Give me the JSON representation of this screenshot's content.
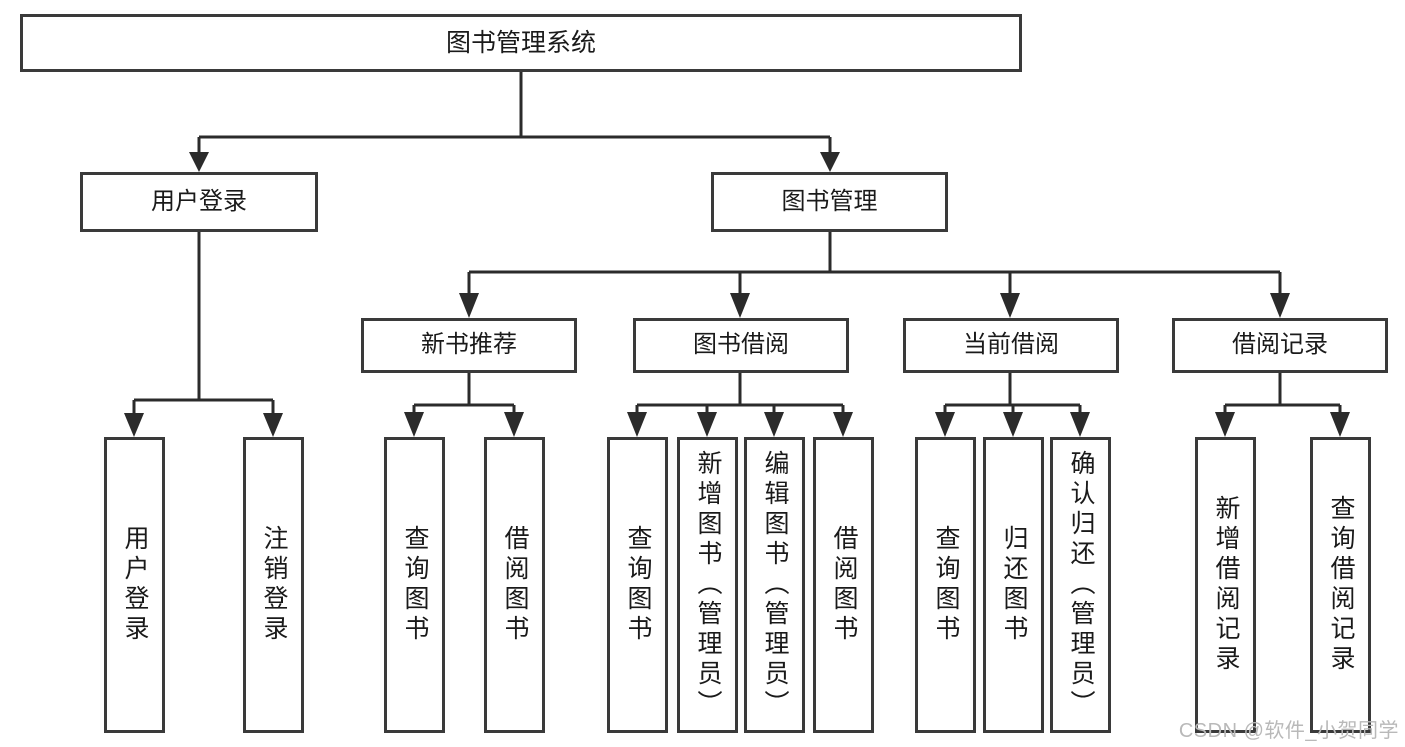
{
  "diagram": {
    "type": "tree-hierarchy",
    "title": "图书管理系统",
    "watermark": "CSDN @软件_小贺同学",
    "colors": {
      "box_border": "#3a3a3a",
      "connector": "#2b2b2b",
      "text": "#1a1a1a",
      "background": "#ffffff",
      "watermark": "#b9b9b9"
    },
    "root": {
      "label": "图书管理系统"
    },
    "branches": [
      {
        "id": "user-login",
        "label": "用户登录",
        "leaves": [
          {
            "id": "leaf-user-login",
            "label": "用户登录"
          },
          {
            "id": "leaf-user-logout",
            "label": "注销登录"
          }
        ]
      },
      {
        "id": "book-management",
        "label": "图书管理",
        "children": [
          {
            "id": "new-book-recommend",
            "label": "新书推荐",
            "leaves": [
              {
                "id": "leaf-query-book-1",
                "label": "查询图书"
              },
              {
                "id": "leaf-borrow-book-1",
                "label": "借阅图书"
              }
            ]
          },
          {
            "id": "book-borrow",
            "label": "图书借阅",
            "leaves": [
              {
                "id": "leaf-query-book-2",
                "label": "查询图书"
              },
              {
                "id": "leaf-add-book",
                "label": "新增图书（管理员）"
              },
              {
                "id": "leaf-edit-book",
                "label": "编辑图书（管理员）"
              },
              {
                "id": "leaf-borrow-book-2",
                "label": "借阅图书"
              }
            ]
          },
          {
            "id": "current-borrow",
            "label": "当前借阅",
            "leaves": [
              {
                "id": "leaf-query-book-3",
                "label": "查询图书"
              },
              {
                "id": "leaf-return-book",
                "label": "归还图书"
              },
              {
                "id": "leaf-confirm-return",
                "label": "确认归还（管理员）"
              }
            ]
          },
          {
            "id": "borrow-records",
            "label": "借阅记录",
            "leaves": [
              {
                "id": "leaf-add-record",
                "label": "新增借阅记录"
              },
              {
                "id": "leaf-query-record",
                "label": "查询借阅记录"
              }
            ]
          }
        ]
      }
    ]
  }
}
